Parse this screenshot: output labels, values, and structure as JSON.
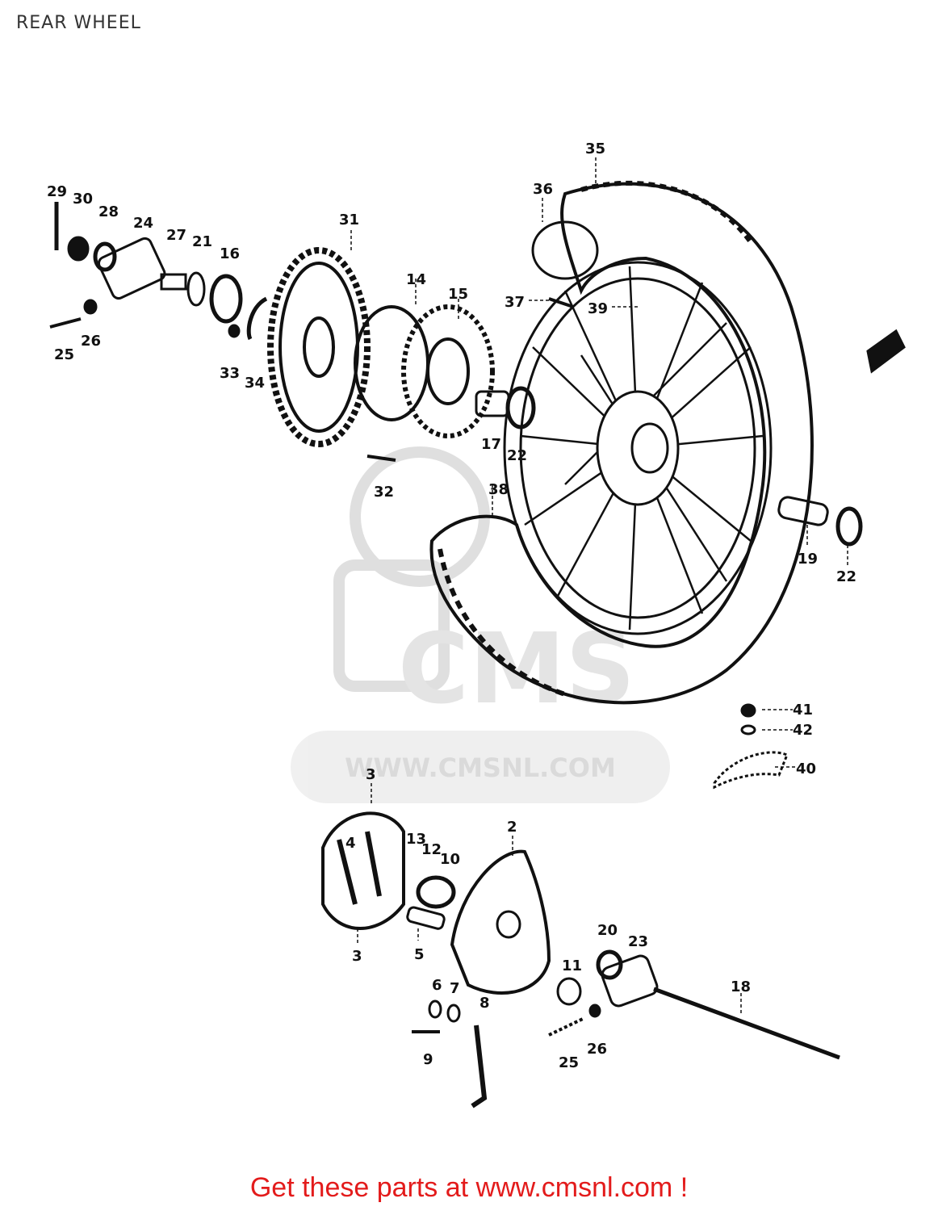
{
  "title": "REAR WHEEL",
  "footer": {
    "text": "Get these parts at www.cmsnl.com !"
  },
  "watermark": {
    "text": "WWW.CMSNL.COM",
    "color": "#d6d6d6"
  },
  "accent_color": "#e31b1b",
  "callouts": [
    {
      "id": "c35",
      "label": "35"
    },
    {
      "id": "c36",
      "label": "36"
    },
    {
      "id": "c29",
      "label": "29"
    },
    {
      "id": "c30",
      "label": "30"
    },
    {
      "id": "c28",
      "label": "28"
    },
    {
      "id": "c24",
      "label": "24"
    },
    {
      "id": "c27",
      "label": "27"
    },
    {
      "id": "c21",
      "label": "21"
    },
    {
      "id": "c16",
      "label": "16"
    },
    {
      "id": "c31",
      "label": "31"
    },
    {
      "id": "c14",
      "label": "14"
    },
    {
      "id": "c15",
      "label": "15"
    },
    {
      "id": "c37",
      "label": "37"
    },
    {
      "id": "c39",
      "label": "39"
    },
    {
      "id": "c25a",
      "label": "25"
    },
    {
      "id": "c26a",
      "label": "26"
    },
    {
      "id": "c33",
      "label": "33"
    },
    {
      "id": "c34",
      "label": "34"
    },
    {
      "id": "c17",
      "label": "17"
    },
    {
      "id": "c22a",
      "label": "22"
    },
    {
      "id": "c32",
      "label": "32"
    },
    {
      "id": "c38",
      "label": "38"
    },
    {
      "id": "c19",
      "label": "19"
    },
    {
      "id": "c22b",
      "label": "22"
    },
    {
      "id": "c41",
      "label": "41"
    },
    {
      "id": "c42",
      "label": "42"
    },
    {
      "id": "c40",
      "label": "40"
    },
    {
      "id": "c3a",
      "label": "3"
    },
    {
      "id": "c4",
      "label": "4"
    },
    {
      "id": "c13",
      "label": "13"
    },
    {
      "id": "c12",
      "label": "12"
    },
    {
      "id": "c10",
      "label": "10"
    },
    {
      "id": "c2",
      "label": "2"
    },
    {
      "id": "c3b",
      "label": "3"
    },
    {
      "id": "c5",
      "label": "5"
    },
    {
      "id": "c20",
      "label": "20"
    },
    {
      "id": "c23",
      "label": "23"
    },
    {
      "id": "c18",
      "label": "18"
    },
    {
      "id": "c11",
      "label": "11"
    },
    {
      "id": "c6",
      "label": "6"
    },
    {
      "id": "c7",
      "label": "7"
    },
    {
      "id": "c8",
      "label": "8"
    },
    {
      "id": "c9",
      "label": "9"
    },
    {
      "id": "c25b",
      "label": "25"
    },
    {
      "id": "c26b",
      "label": "26"
    }
  ]
}
